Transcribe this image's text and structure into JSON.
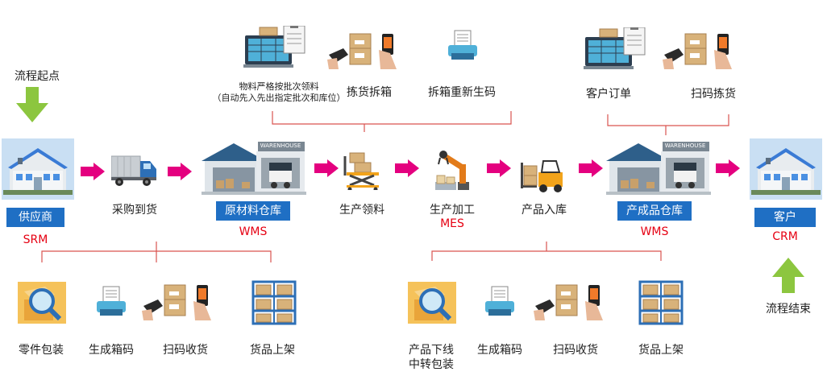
{
  "start_label": "流程起点",
  "end_label": "流程结束",
  "main_flow": {
    "supplier": {
      "label": "供应商",
      "system": "SRM"
    },
    "purchase_arrival": "采购到货",
    "raw_warehouse": {
      "label": "原材料仓库",
      "system": "WMS"
    },
    "production_picking": "生产领料",
    "production_processing": {
      "label": "生产加工",
      "system": "MES"
    },
    "product_storage": "产品入库",
    "finished_warehouse": {
      "label": "产成品仓库",
      "system": "WMS"
    },
    "customer": {
      "label": "客户",
      "system": "CRM"
    }
  },
  "warehouse_sign": "WARENHOUSE",
  "top_left_group": {
    "item1_line1": "物料严格按批次领料",
    "item1_line2": "（自动先入先出指定批次和库位）",
    "item2": "拣货拆箱",
    "item3": "拆箱重新生码"
  },
  "top_right_group": {
    "item1": "客户订单",
    "item2": "扫码拣货"
  },
  "bottom_left_group": {
    "item1": "零件包装",
    "item2": "生成箱码",
    "item3": "扫码收货",
    "item4": "货品上架"
  },
  "bottom_right_group": {
    "item1_line1": "产品下线",
    "item1_line2": "中转包装",
    "item2": "生成箱码",
    "item3": "扫码收货",
    "item4": "货品上架"
  },
  "colors": {
    "arrow": "#e4007f",
    "accent": "#1f6fc4",
    "system_text": "#e60012",
    "green_arrow": "#8cc63f",
    "bracket": "#d9534f"
  }
}
